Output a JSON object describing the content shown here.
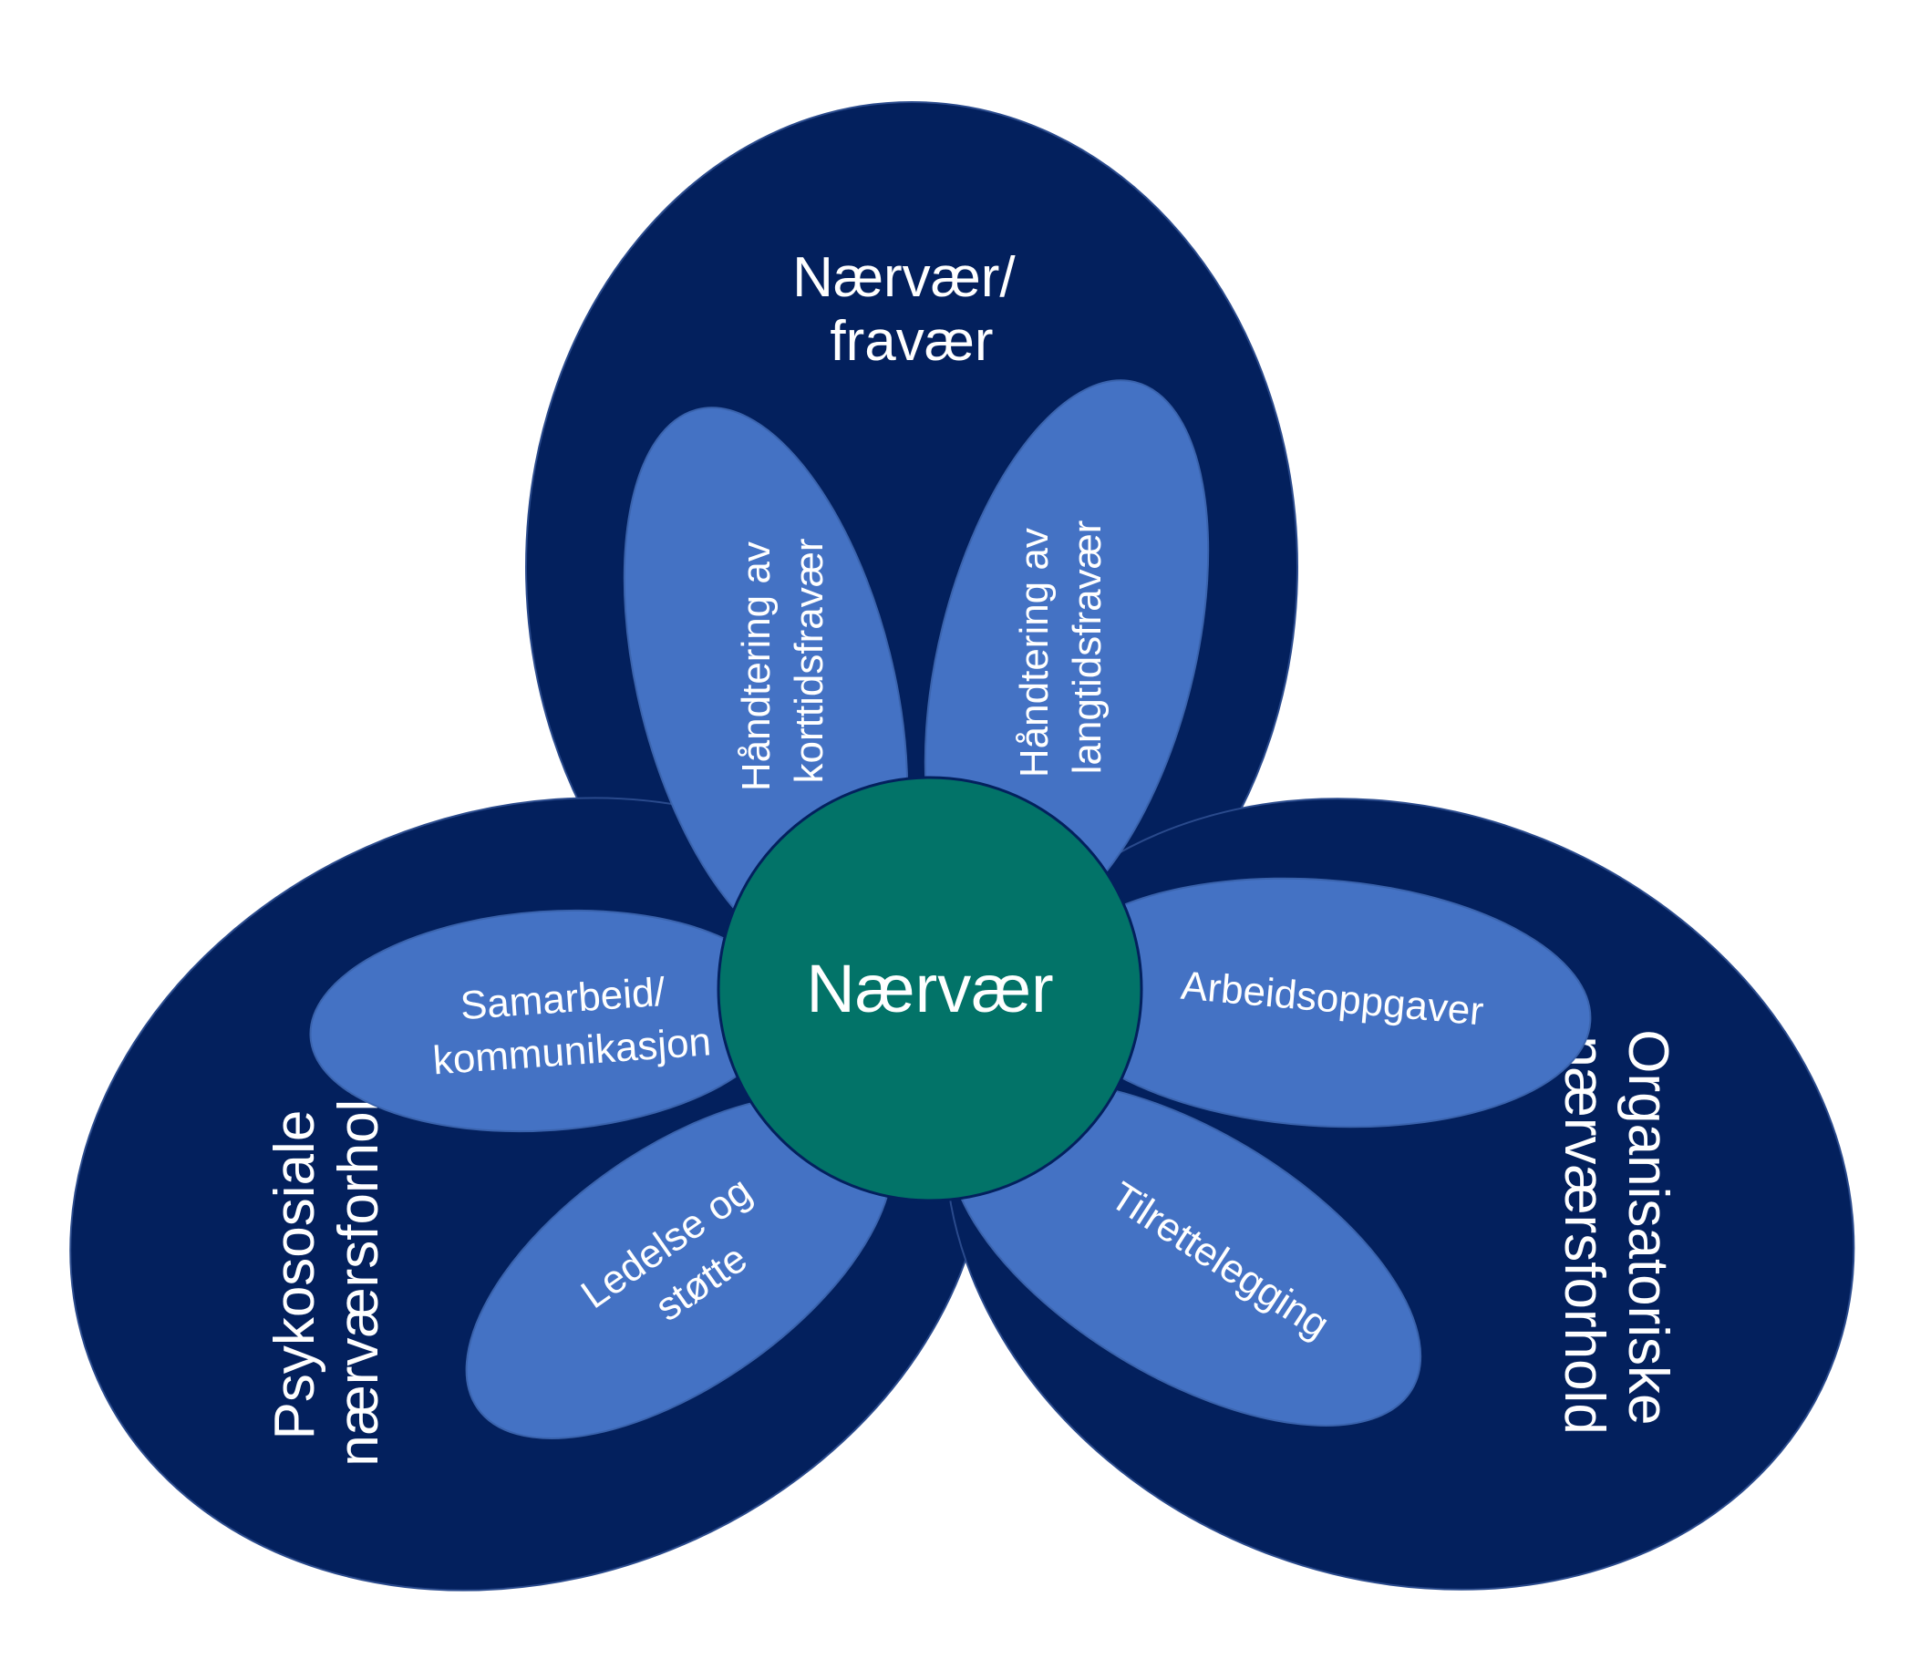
{
  "colors": {
    "outer": "#03205d",
    "outer_stroke": "#2a4a8c",
    "petal": "#4472c4",
    "petal_stroke": "#3a63ad",
    "center": "#027368",
    "center_stroke": "#03205d",
    "text": "#ffffff"
  },
  "groups": {
    "top": {
      "line1": "Nærvær/",
      "line2": "fravær"
    },
    "left": {
      "line1": "Psykososiale",
      "line2": "nærværsforhold"
    },
    "right": {
      "line1": "Organisatoriske",
      "line2": "nærværsforhold"
    }
  },
  "petals": {
    "kortids": {
      "line1": "Håndtering av",
      "line2": "korttidsfravær"
    },
    "langtids": {
      "line1": "Håndtering av",
      "line2": "langtidsfravær"
    },
    "samarbeid": {
      "line1": "Samarbeid/",
      "line2": "kommunikasjon"
    },
    "ledelse": {
      "line1": "Ledelse og",
      "line2": "støtte"
    },
    "arbeid": {
      "line1": "Arbeidsoppgaver"
    },
    "tilrette": {
      "line1": "Tilrettelegging"
    }
  },
  "center": {
    "label": "Nærvær"
  }
}
